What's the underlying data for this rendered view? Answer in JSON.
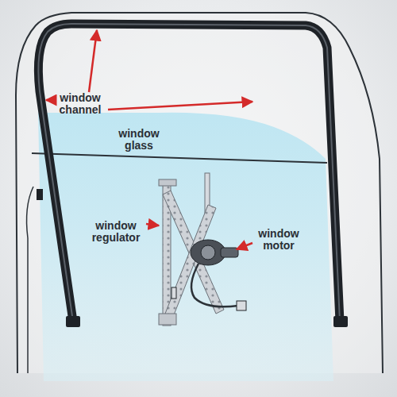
{
  "diagram": {
    "labels": [
      "window channel",
      "window glass",
      "window regulator",
      "window motor"
    ]
  }
}
